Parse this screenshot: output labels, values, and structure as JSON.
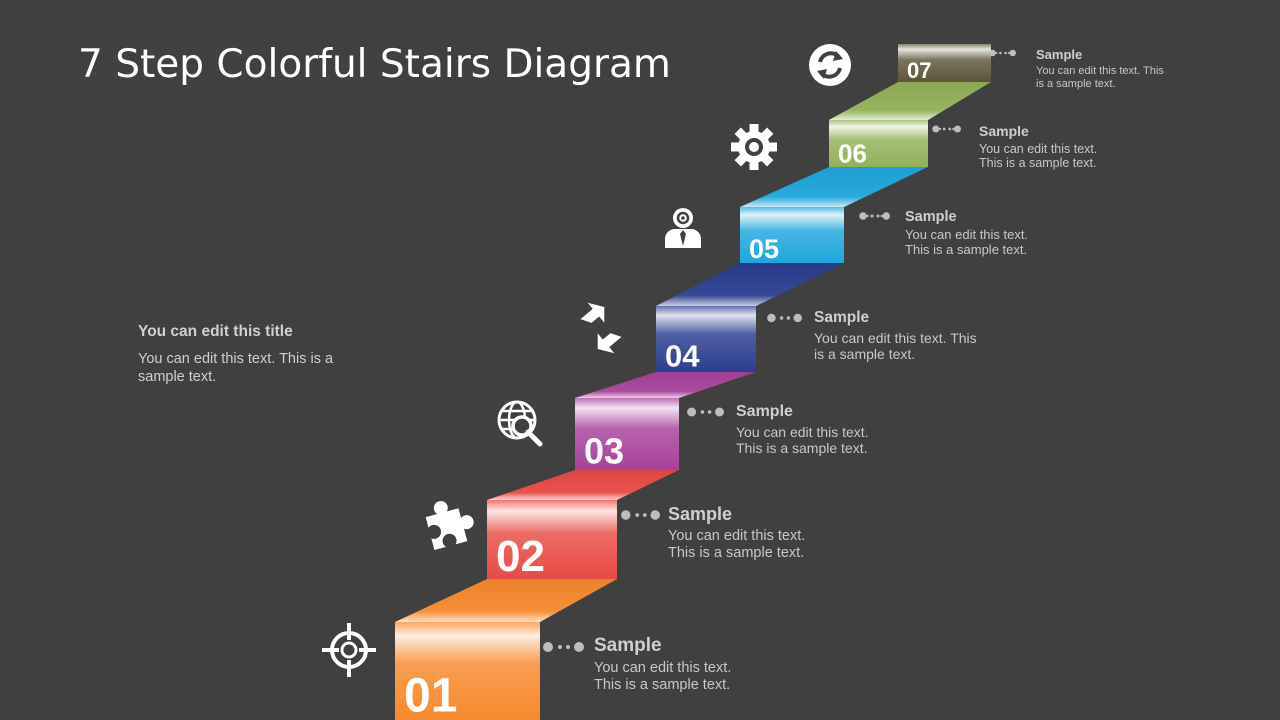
{
  "title": "7 Step Colorful Stairs Diagram",
  "side": {
    "title": "You can edit this title",
    "body": "You can edit this text. This is a sample text."
  },
  "steps": [
    {
      "num": "01",
      "color": "#f7892d",
      "icon": "target-icon",
      "heading": "Sample",
      "text": "You can edit this text. This is a sample text."
    },
    {
      "num": "02",
      "color": "#e84a45",
      "icon": "puzzle-piece-icon",
      "heading": "Sample",
      "text": "You can edit this text. This is a sample text."
    },
    {
      "num": "03",
      "color": "#a7419a",
      "icon": "globe-search-icon",
      "heading": "Sample",
      "text": "You can edit this text. This is a sample text."
    },
    {
      "num": "04",
      "color": "#2b3d8f",
      "icon": "exchange-arrows-icon",
      "heading": "Sample",
      "text": "You can edit this text. This is a sample text."
    },
    {
      "num": "05",
      "color": "#1ea6dc",
      "icon": "businessman-idea-icon",
      "heading": "Sample",
      "text": "You can edit this text. This is a sample text."
    },
    {
      "num": "06",
      "color": "#92b158",
      "icon": "gear-icon",
      "heading": "Sample",
      "text": "You can edit this text. This is a sample text."
    },
    {
      "num": "07",
      "color": "#5d5538",
      "icon": "refresh-cycle-icon",
      "heading": "Sample",
      "text": "You can edit this text. This is a sample text."
    }
  ]
}
